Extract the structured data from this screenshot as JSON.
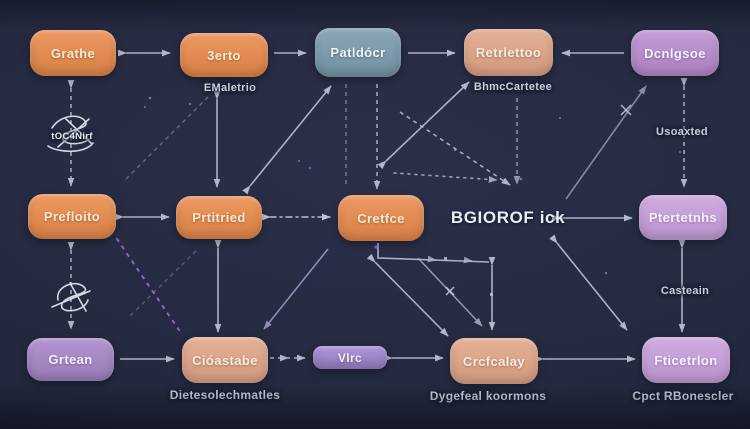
{
  "diagram": {
    "center_label": "BGIOROF ick",
    "nodes": [
      {
        "id": "grathe",
        "label": "Grathe",
        "color": "#e28d55"
      },
      {
        "id": "erto3",
        "label": "3erto",
        "color": "#e28d55"
      },
      {
        "id": "patldocr",
        "label": "Patldócr",
        "color": "#7b99aa"
      },
      {
        "id": "retrlettoo",
        "label": "Retrlettoo",
        "color": "#dca88c"
      },
      {
        "id": "dcnlgsoe",
        "label": "Dcnlgsoe",
        "color": "#bb92d0"
      },
      {
        "id": "prefloito",
        "label": "Prefloito",
        "color": "#e28d55"
      },
      {
        "id": "prtitried",
        "label": "Prtitried",
        "color": "#e28d55"
      },
      {
        "id": "cretfce",
        "label": "Cretfce",
        "color": "#e28d55"
      },
      {
        "id": "ptertetnhs",
        "label": "Ptertetnhs",
        "color": "#c7a3d9"
      },
      {
        "id": "grtean",
        "label": "Grtean",
        "color": "#a88cc6"
      },
      {
        "id": "cioastabe",
        "label": "Cióastabe",
        "color": "#dca88c"
      },
      {
        "id": "vlrc",
        "label": "Vlrc",
        "color": "#a58cd0"
      },
      {
        "id": "crcfcalay",
        "label": "Crcfcalay",
        "color": "#dca88c"
      },
      {
        "id": "fticetrlon",
        "label": "Fticetrlon",
        "color": "#c7a3d9"
      }
    ],
    "annotations": [
      {
        "id": "emaletrio",
        "text": "EMaletrio"
      },
      {
        "id": "bhmccartetee",
        "text": "BhmcCartetee"
      },
      {
        "id": "usoaxted",
        "text": "Usoaxted"
      },
      {
        "id": "tocnirf",
        "text": "tOC4Nirf"
      },
      {
        "id": "casteain",
        "text": "Casteain"
      },
      {
        "id": "dietesolechmatles",
        "text": "Dietesolechmatles"
      },
      {
        "id": "dygefeal",
        "text": "Dygefeal koormons"
      },
      {
        "id": "cpct",
        "text": "Cpct RBonescler"
      }
    ],
    "icons": [
      "scribble-icon",
      "scribble-icon"
    ],
    "colors": {
      "background": "#252a41",
      "arrow": "#b6bed1",
      "label_text": "#c8cedd",
      "center_text": "#e9edf6",
      "accent_dotted_purple": "#a66ae0"
    }
  }
}
